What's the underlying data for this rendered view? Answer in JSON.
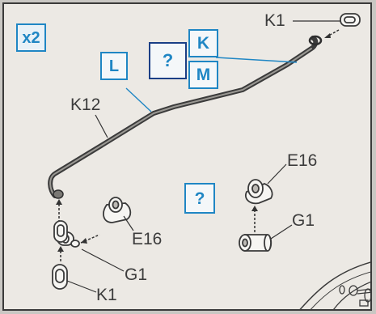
{
  "quantity_badge": "x2",
  "tags": {
    "L": "L",
    "K": "K",
    "M": "M",
    "query_top": "?",
    "query_mid": "?"
  },
  "part_labels": {
    "k1_top": "K1",
    "k12": "K12",
    "e16_left": "E16",
    "g1_left": "G1",
    "k1_bottom": "K1",
    "e16_right": "E16",
    "g1_right": "G1"
  },
  "colors": {
    "accent": "#1f86c4",
    "accent_dark": "#1b3f86",
    "line": "#3a3a3a",
    "sheet": "#ece9e4"
  }
}
